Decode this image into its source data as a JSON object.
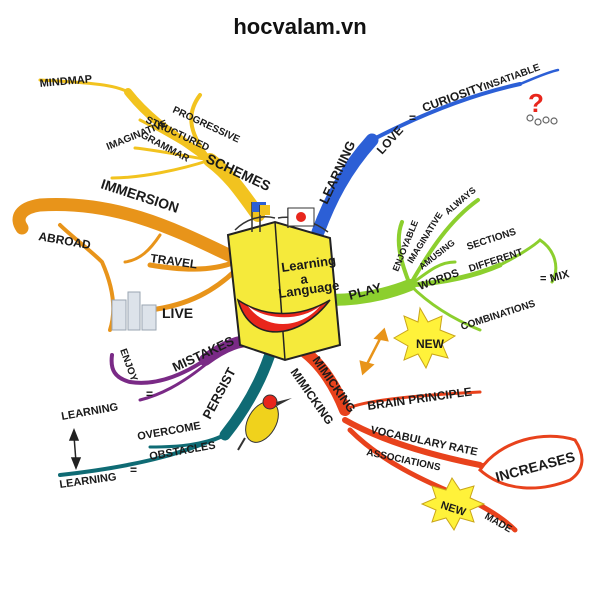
{
  "watermark": "hocvalam.vn",
  "center": {
    "line1": "Learning",
    "line2": "a",
    "line3": "Language"
  },
  "branches": {
    "schemes": {
      "label": "SCHEMES",
      "mindmap": "MINDMAP",
      "progressive": "PROGRESSIVE",
      "structured": "STRUCTURED",
      "grammar": "GRAMMAR",
      "imaginative": "IMAGINATIVE"
    },
    "immersion": {
      "label": "IMMERSION",
      "abroad": "ABROAD",
      "travel": "TRAVEL",
      "live": "LIVE"
    },
    "learning_love": {
      "learning": "LEARNING",
      "love": "LOVE",
      "equals": "=",
      "curiosity": "CURIOSITY",
      "insatiable": "INSATIABLE",
      "question": "?"
    },
    "play": {
      "label": "PLAY",
      "enjoyable": "ENJOYABLE",
      "imaginative": "IMAGINATIVE",
      "always": "ALWAYS",
      "amusing": "AMUSING",
      "words": "WORDS",
      "sections": "SECTIONS",
      "different": "DIFFERENT",
      "equals": "=",
      "mix": "MIX",
      "combinations": "COMBINATIONS",
      "new": "NEW"
    },
    "mistakes": {
      "label": "MISTAKES",
      "enjoy": "ENJOY",
      "equals": "=",
      "learning": "LEARNING"
    },
    "persist": {
      "label": "PERSIST",
      "overcome": "OVERCOME",
      "obstacles": "OBSTACLES",
      "equals": "=",
      "learning": "LEARNING"
    },
    "mimicking": {
      "label1": "MIMICKING",
      "label2": "MIMICKING",
      "brain_principle": "BRAIN PRINCIPLE",
      "vocabulary_rate": "VOCABULARY RATE",
      "associations": "ASSOCIATIONS",
      "new": "NEW",
      "made": "MADE",
      "increases": "INCREASES"
    }
  },
  "colors": {
    "schemes": "#f2c31f",
    "immersion": "#e8941a",
    "learning_love": "#2c5fd6",
    "play": "#8ccf2e",
    "mistakes": "#7a2a86",
    "persist": "#0f6b74",
    "mimicking": "#e8421c",
    "book": "#f5ea3b",
    "lips": "#e8261c",
    "new_burst": "#fff23a",
    "question": "#e8261c"
  }
}
